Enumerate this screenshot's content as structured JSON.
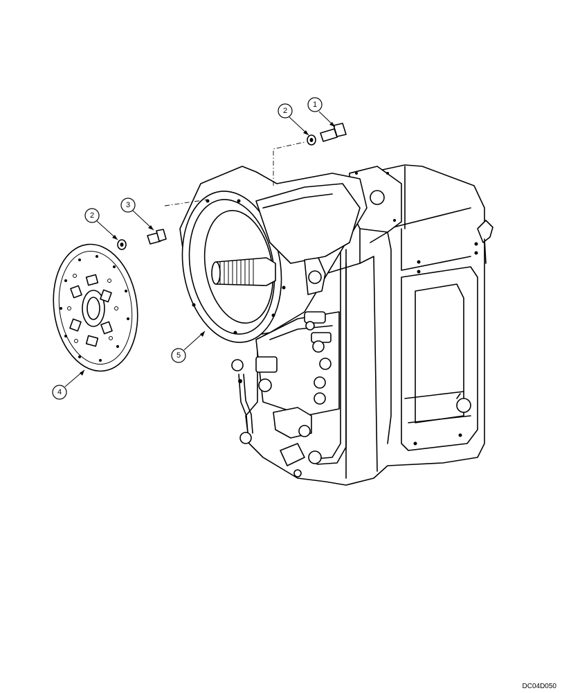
{
  "callouts": [
    {
      "id": "c1",
      "label": "1"
    },
    {
      "id": "c2a",
      "label": "2"
    },
    {
      "id": "c2b",
      "label": "2"
    },
    {
      "id": "c3",
      "label": "3"
    },
    {
      "id": "c4",
      "label": "4"
    },
    {
      "id": "c5",
      "label": "5"
    }
  ],
  "figure_code": "DC04D050",
  "parts": {
    "p1": "bolt",
    "p2": "washer",
    "p3": "bolt",
    "p4": "drive-plate",
    "p5": "transmission-housing"
  }
}
